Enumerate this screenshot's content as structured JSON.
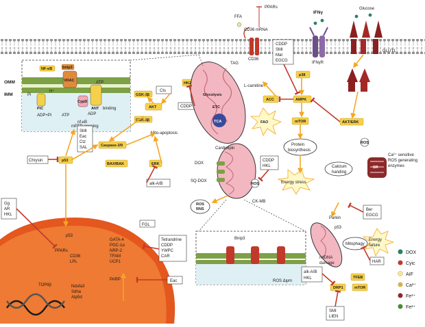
{
  "colors": {
    "arrow_orange": "#f5a623",
    "inhibit_red": "#c0392b",
    "yellow_box": "#f7d04a",
    "mito_pink": "#f3b7c1",
    "nucleus_orange": "#e4571e",
    "membrane_blue": "#b9dce8",
    "membrane_green": "#6c8f3c"
  },
  "icons": [
    "mitochondrion-icon",
    "nucleus-icon",
    "dna-helix-icon",
    "membrane-receptor-icon",
    "sarcoplasmic-reticulum-icon"
  ],
  "membrane_top": {
    "ffa": "FFA",
    "ppars": "PPARs",
    "cd36_mrna": "CD36 mRNA",
    "cd36": "CD36",
    "ifn_gamma": "IFNγ",
    "ifn_gamma_r": "IFNγR",
    "glucose": "Glucose",
    "glut1": "GLUT1",
    "tag": "TAG",
    "l_carnitine": "L-carnitine"
  },
  "drug_boxes": {
    "cddp_smi_mat_egcg": [
      "CDDP",
      "SMI",
      "Mat",
      "EGCG"
    ],
    "cts": "Cts",
    "chrysin": "Chrysin",
    "gg_ar_hkl": [
      "Gg",
      "AR",
      "HKL"
    ],
    "smi_eac_ctz_sal": [
      "SMI",
      "Eac",
      "Ctz",
      "SAL"
    ],
    "fgl": "FGL",
    "tetrandrine_group": [
      "Tetrandrine",
      "CDDP",
      "YWPC",
      "CAR"
    ],
    "eac_bottom": "Eac",
    "cddp_hkl": [
      "CDDP",
      "HKL"
    ],
    "alk_ab": "alk-A/B",
    "ber_egcg": [
      "Ber",
      "EGCG"
    ],
    "har": "HAR",
    "alk_ab_hkl": [
      "alk-A/B",
      "HKL"
    ],
    "smi_lien": [
      "SMI",
      "LIEN"
    ],
    "cddp_small": "CDDP"
  },
  "yellow_nodes": {
    "nfkb": "NF-κB",
    "bnip3_small": "bnip3",
    "gsk3b_top": "GSK-3β",
    "gsk3b_mid": "GSK-3β",
    "akt": "AKT",
    "hk2_pfk": "HK2/PFK",
    "p38": "p38",
    "acc": "ACC",
    "ampk": "AMPK",
    "mtor_mid": "mTOR",
    "akt_erk": "AKT/ERK",
    "caspase": "Caspase-3/9",
    "p53": "p53",
    "bax_bak": "BAX/BAK",
    "erk": "ERK",
    "tfeb": "TFEB",
    "drp1": "DRP1",
    "mtor_bottom": "mTOR"
  },
  "inset": {
    "omm": "OMM",
    "imm": "IMM",
    "pic": "PiC",
    "pi": "Pi",
    "h_plus": "H⁺",
    "adp_pi": "ADP+Pi",
    "atp": "ATP",
    "adp": "ADP",
    "ant": "ANT",
    "cypd": "CypD",
    "binding": "binding",
    "mptp": "mPTP opening",
    "vdac": "VDAC"
  },
  "mito_labels": {
    "tca": "TCA",
    "glycolysis": "Glycolysis",
    "fao": "FAO",
    "cardiolipin": "Cardiolipin",
    "etc": "ETC"
  },
  "texts": {
    "mito_apoptosis": "Mito-apoptosis",
    "nf_kb_side": "nf-κB",
    "dox": "DOX",
    "sq_dox": "SQ-DOX",
    "ros_rns": [
      "ROS",
      "RNS"
    ],
    "ros": "ROS",
    "ck_mb": "CK-MB",
    "protein_biosynthesis": [
      "Protein",
      "biosynthesis"
    ],
    "energy_stress": "Energy stress",
    "calcium_handling": [
      "Calcium",
      "handing"
    ],
    "sr": "SR",
    "ca_sensitive": [
      "Ca²⁺ sensitive",
      "ROS generating",
      "enzymes"
    ],
    "energy_failure": [
      "Energy",
      "failure"
    ],
    "parkin": "Parkin",
    "p53_small": "p53",
    "mitophagy": "Mitophagy",
    "mtdna_damage": [
      "mtDNA",
      "damage"
    ],
    "bnip3": "Bnip3",
    "ros_dpsi": "ROS  Δψm",
    "parp": "PARP",
    "p53_nuc": "p53",
    "ppars_nuc": "PPARs",
    "cd36_lpl": [
      "CD36",
      "LPL"
    ],
    "gata_group": [
      "GATA-4",
      "PGC-1α",
      "NRP-2",
      "TFAM",
      "UCP1"
    ],
    "topiib": "TOPIIβ",
    "ndufa3": [
      "Ndufa3",
      "Sdha",
      "Atp5d"
    ]
  },
  "legend": [
    {
      "label": "DOX",
      "color": "#2e7d6b"
    },
    {
      "label": "Cyic",
      "color": "#c0392b"
    },
    {
      "label": "AIF",
      "color": "#f4e6a0"
    },
    {
      "label": "Ca²⁺",
      "color": "#d4b24a"
    },
    {
      "label": "Fe³⁺",
      "color": "#8b2a2a"
    },
    {
      "label": "Fe²⁺",
      "color": "#4a8a3a"
    }
  ]
}
